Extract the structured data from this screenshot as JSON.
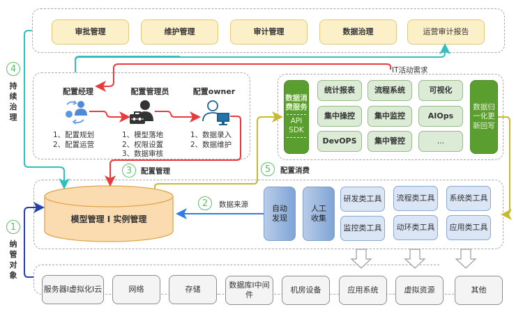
{
  "colors": {
    "red_flow": "#e8393b",
    "cyan_flow": "#2fbfbf",
    "yellow_flow": "#c9b92c",
    "blue_flow": "#2e7de0",
    "navy_flow": "#2340b0",
    "step_green": "#5cbf6a",
    "dark_green": "#5a9e2f"
  },
  "governance_layer": {
    "items": [
      "审批管理",
      "维护管理",
      "审计管理",
      "数据治理",
      "运营审计报告"
    ]
  },
  "roles_layer": {
    "roles": [
      {
        "title": "配置经理",
        "icon": "config-manager-icon",
        "duties": [
          "1、配置规划",
          "2、配置运营"
        ]
      },
      {
        "title": "配置管理员",
        "icon": "config-admin-icon",
        "duties": [
          "1、模型落地",
          "2、权限设置",
          "3、数据审核"
        ]
      },
      {
        "title": "配置owner",
        "icon": "config-owner-icon",
        "duties": [
          "1、数据录入",
          "2、数据维护"
        ]
      }
    ]
  },
  "consumer_layer": {
    "left_service": {
      "title": "数据消费服务",
      "line1": "数据消",
      "line2": "费服务",
      "api": "API",
      "sdk": "SDK"
    },
    "grid": [
      [
        "统计报表",
        "流程系统",
        "可视化"
      ],
      [
        "集中操控",
        "集中监控",
        "AIOps"
      ],
      [
        "DevOPS",
        "集中管控",
        "..."
      ]
    ],
    "right_service": {
      "line1": "数据归",
      "line2": "一化更",
      "line3": "新回写"
    }
  },
  "annotations": {
    "it_demand": "IT活动需求"
  },
  "steps": [
    {
      "number": "1",
      "label": "纳管对象",
      "chars": [
        "纳",
        "管",
        "对",
        "象"
      ]
    },
    {
      "number": "2",
      "label": "数据来源"
    },
    {
      "number": "3",
      "label": "配置管理"
    },
    {
      "number": "4",
      "label": "持续治理",
      "chars": [
        "持",
        "续",
        "治",
        "理"
      ]
    },
    {
      "number": "5",
      "label": "配置消费"
    }
  ],
  "core_layer": {
    "database": "模型管理 I 实例管理",
    "auto_discovery": [
      "自动",
      "发现"
    ],
    "manual_collection": [
      "人工",
      "收集"
    ],
    "tools": [
      [
        "研发类工具",
        "流程类工具",
        "系统类工具"
      ],
      [
        "监控类工具",
        "动环类工具",
        "应用类工具"
      ]
    ]
  },
  "objects_layer": {
    "items": [
      "服务器I虚拟化I云",
      "网络",
      "存储",
      "数据库I中间件",
      "机房设备",
      "应用系统",
      "虚拟资源",
      "其他"
    ]
  }
}
